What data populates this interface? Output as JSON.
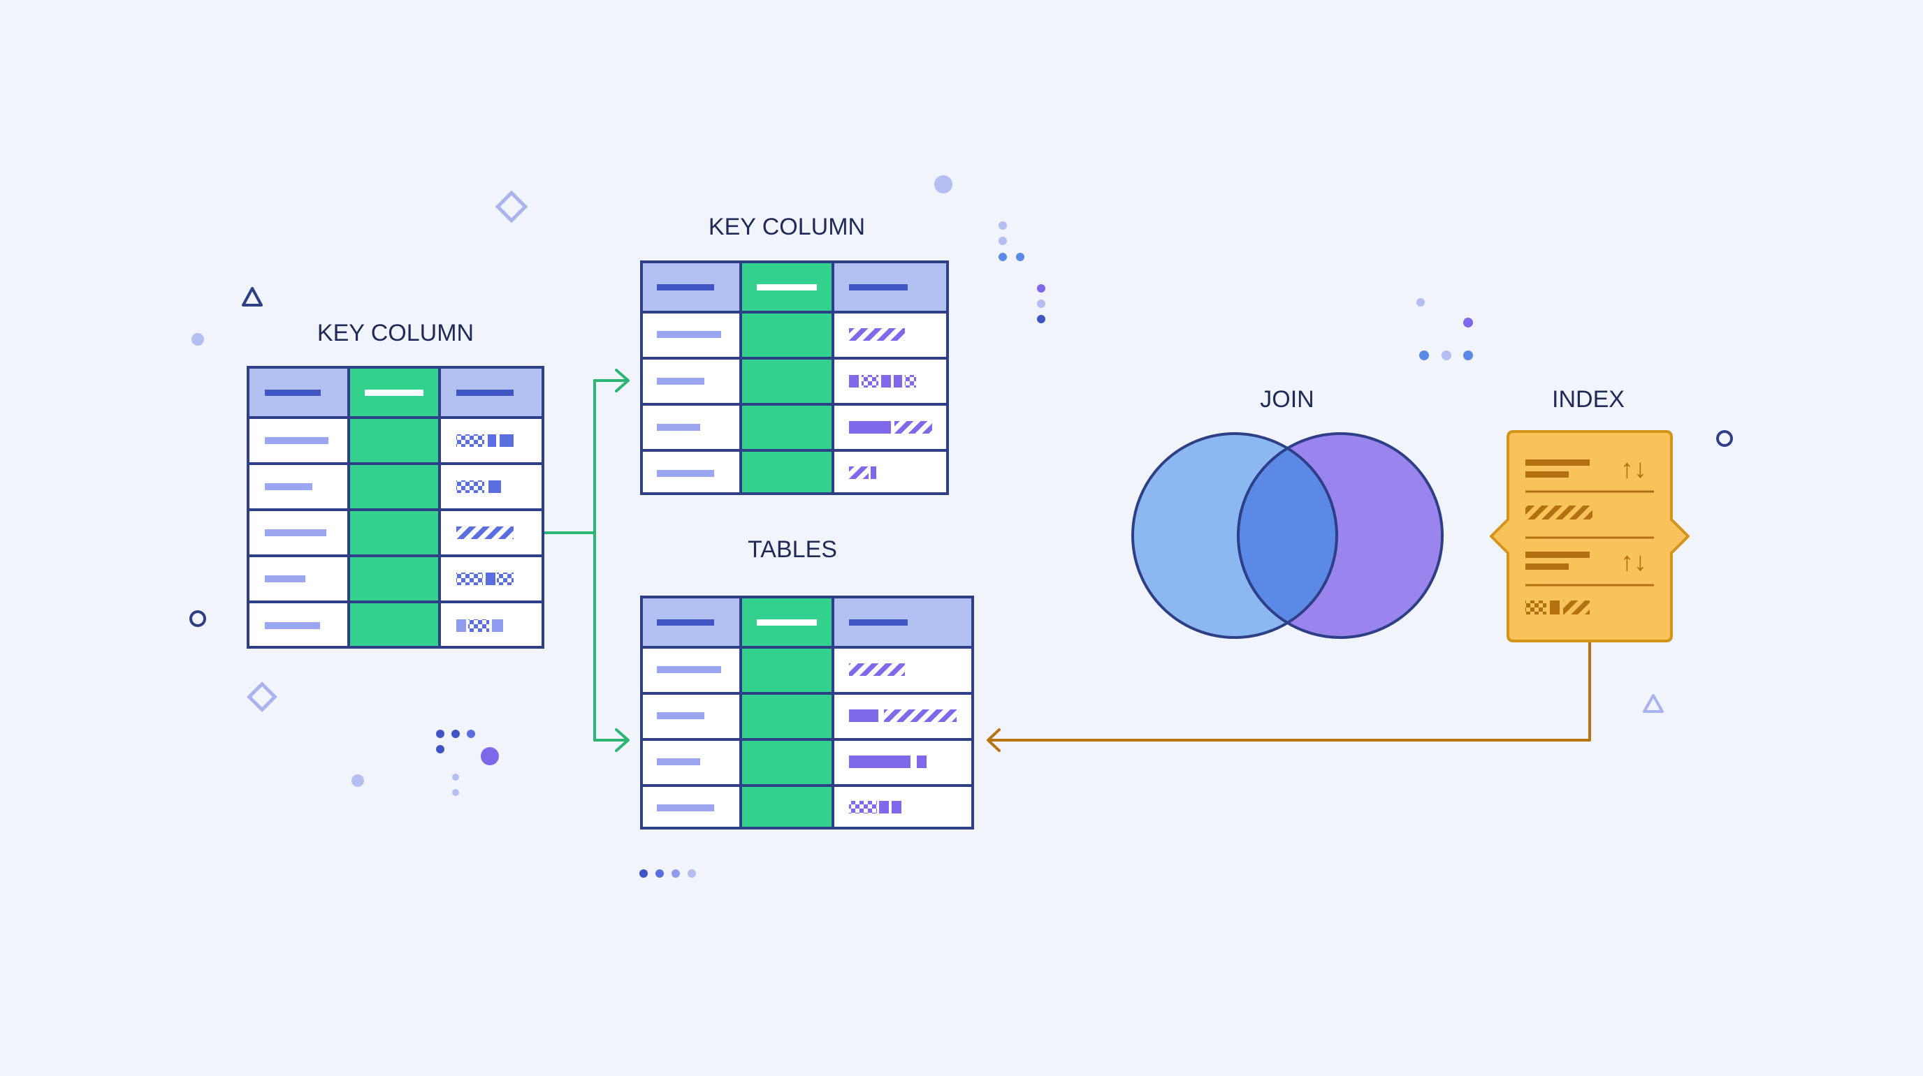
{
  "labels": {
    "key_column_left": "KEY COLUMN",
    "key_column_top": "KEY COLUMN",
    "tables": "TABLES",
    "join": "JOIN",
    "index": "INDEX"
  },
  "index_card": {
    "sort_icon_1": "↑↓",
    "sort_icon_2": "↑↓"
  },
  "colors": {
    "background": "#f2f4fc",
    "table_border": "#2d3f86",
    "header_fill": "#b3c0f2",
    "header_bar": "#3f55c4",
    "key_column": "#33d08e",
    "row_bar": "#9aa6ef",
    "pattern_blue": "#5b6ee0",
    "pattern_purple": "#8068ea",
    "arrow_green": "#2bb673",
    "arrow_orange": "#b87414",
    "venn_left": "#8bb8f0",
    "venn_right": "#9a85ee",
    "venn_overlap": "#5b8ae6",
    "venn_stroke": "#2d3f86",
    "index_fill": "#f8c35a",
    "index_stroke": "#d4941c",
    "index_ink": "#b27010"
  }
}
